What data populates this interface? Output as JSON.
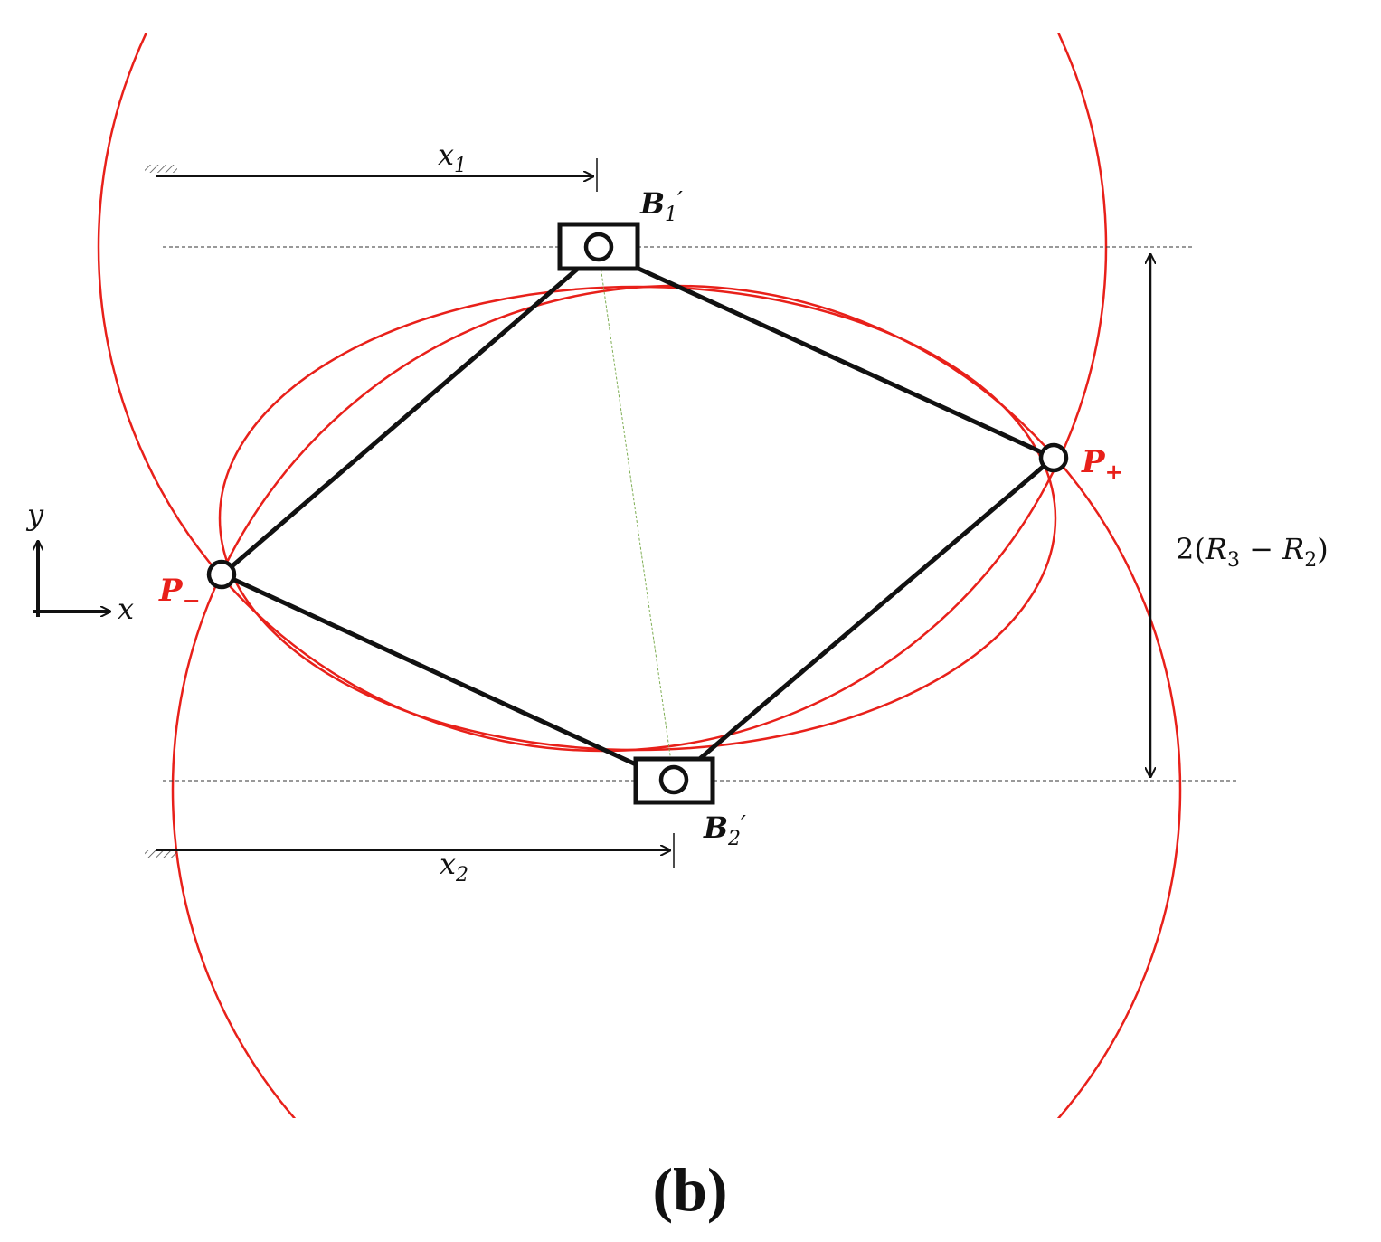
{
  "diagram": {
    "labels": {
      "x1": {
        "main": "x",
        "sub": "1"
      },
      "x2": {
        "main": "x",
        "sub": "2"
      },
      "b1": {
        "main": "B",
        "sub": "1",
        "prime": "′"
      },
      "b2": {
        "main": "B",
        "sub": "2",
        "prime": "′"
      },
      "p_plus": {
        "main": "P",
        "sub": "+"
      },
      "p_minus": {
        "main": "P",
        "sub": "−"
      },
      "dimension": {
        "prefix": "2(",
        "r3": "R",
        "r3_sub": "3",
        "minus": " − ",
        "r2": "R",
        "r2_sub": "2",
        "suffix": ")"
      },
      "axis_y": "y",
      "axis_x": "x"
    },
    "caption": "(b)",
    "colors": {
      "circle": "#e8201a",
      "link": "#111111",
      "guide": "#333333",
      "centerline": "#7fae55",
      "point_label": "#e8201a"
    }
  }
}
